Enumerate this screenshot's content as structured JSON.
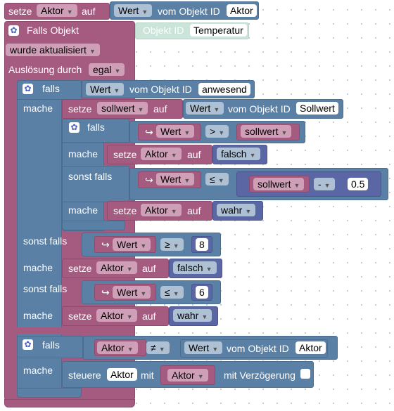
{
  "colors": {
    "variable": "#a55b80",
    "text": "#5b80a5",
    "value": "#5b67a5",
    "object_id_block": "#cbe4d9"
  },
  "top": {
    "set": "setze",
    "var": "Aktor",
    "to": "auf",
    "value_kw": "Wert",
    "from_object": "vom Objekt ID",
    "object": "Aktor"
  },
  "trigger": {
    "title": "Falls Objekt",
    "object_label": "Objekt ID",
    "object_value": "Temperatur",
    "event": "wurde aktualisiert",
    "cause_label": "Auslösung durch",
    "cause_value": "egal"
  },
  "if1": {
    "falls": "falls",
    "value_kw": "Wert",
    "from_object": "vom Objekt ID",
    "object": "anwesend",
    "do": "mache",
    "set": "setze",
    "set_var": "sollwert",
    "to": "auf",
    "value_kw2": "Wert",
    "from_object2": "vom Objekt ID",
    "set_object": "Sollwert"
  },
  "if2": {
    "falls": "falls",
    "wert": "Wert",
    "op": ">",
    "rhs": "sollwert",
    "do": "mache",
    "set": "setze",
    "var": "Aktor",
    "to": "auf",
    "value": "falsch",
    "elif": "sonst falls",
    "wert2": "Wert",
    "op2": "≤",
    "rhs2_var": "sollwert",
    "rhs2_op": "-",
    "rhs2_num": "0.5",
    "do2": "mache",
    "set2": "setze",
    "var2": "Aktor",
    "to2": "auf",
    "value2": "wahr"
  },
  "elif_a": {
    "label": "sonst falls",
    "wert": "Wert",
    "op": "≥",
    "num": "8",
    "do": "mache",
    "set": "setze",
    "var": "Aktor",
    "to": "auf",
    "value": "falsch"
  },
  "elif_b": {
    "label": "sonst falls",
    "wert": "Wert",
    "op": "≤",
    "num": "6",
    "do": "mache",
    "set": "setze",
    "var": "Aktor",
    "to": "auf",
    "value": "wahr"
  },
  "if3": {
    "falls": "falls",
    "lhs": "Aktor",
    "op": "≠",
    "value_kw": "Wert",
    "from_object": "vom Objekt ID",
    "object": "Aktor",
    "do": "mache",
    "control": "steuere",
    "control_var": "Aktor",
    "with": "mit",
    "with_var": "Aktor",
    "delay_label": "mit Verzögerung"
  }
}
